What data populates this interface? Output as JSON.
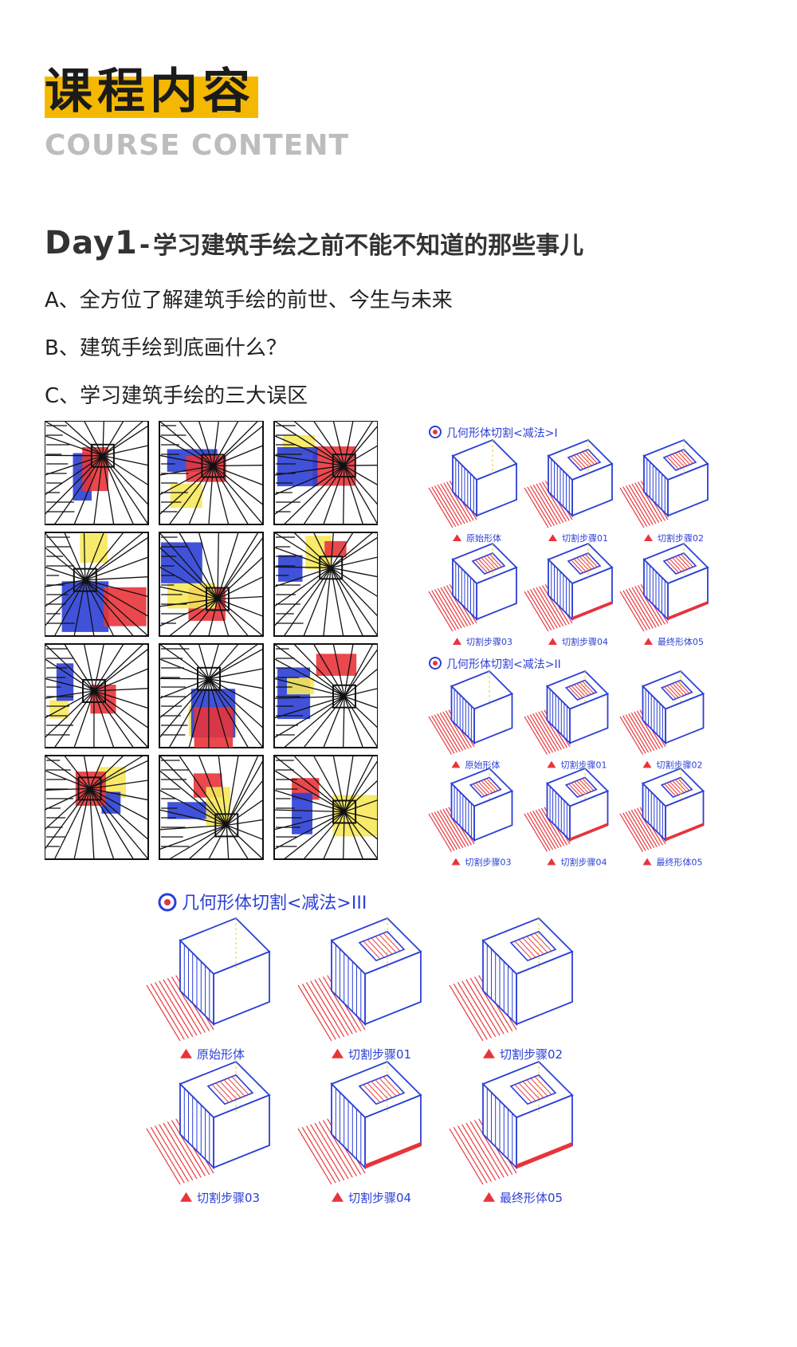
{
  "header": {
    "title": "课程内容",
    "subtitle": "COURSE CONTENT"
  },
  "day": {
    "number": "Day1",
    "separator": "-",
    "topic": "学习建筑手绘之前不能不知道的那些事儿"
  },
  "items": [
    "A、全方位了解建筑手绘的前世、今生与未来",
    "B、建筑手绘到底画什么？",
    "C、学习建筑手绘的三大误区"
  ],
  "diagrams": {
    "set1": {
      "title": "几何形体切割<减法>I",
      "labels": [
        "原始形体",
        "切割步骤01",
        "切割步骤02",
        "切割步骤03",
        "切割步骤04",
        "最终形体05"
      ]
    },
    "set2": {
      "title": "几何形体切割<减法>II",
      "labels": [
        "原始形体",
        "切割步骤01",
        "切割步骤02",
        "切割步骤03",
        "切割步骤04",
        "最终形体05"
      ]
    },
    "set3": {
      "title": "几何形体切割<减法>III",
      "labels": [
        "原始形体",
        "切割步骤01",
        "切割步骤02",
        "切割步骤03",
        "切割步骤04",
        "最终形体05"
      ]
    }
  },
  "colors": {
    "accent": "#f5b800",
    "sketch_blue": "#2b3fd6",
    "sketch_red": "#e8343a",
    "sketch_yellow": "#f7e85a"
  }
}
